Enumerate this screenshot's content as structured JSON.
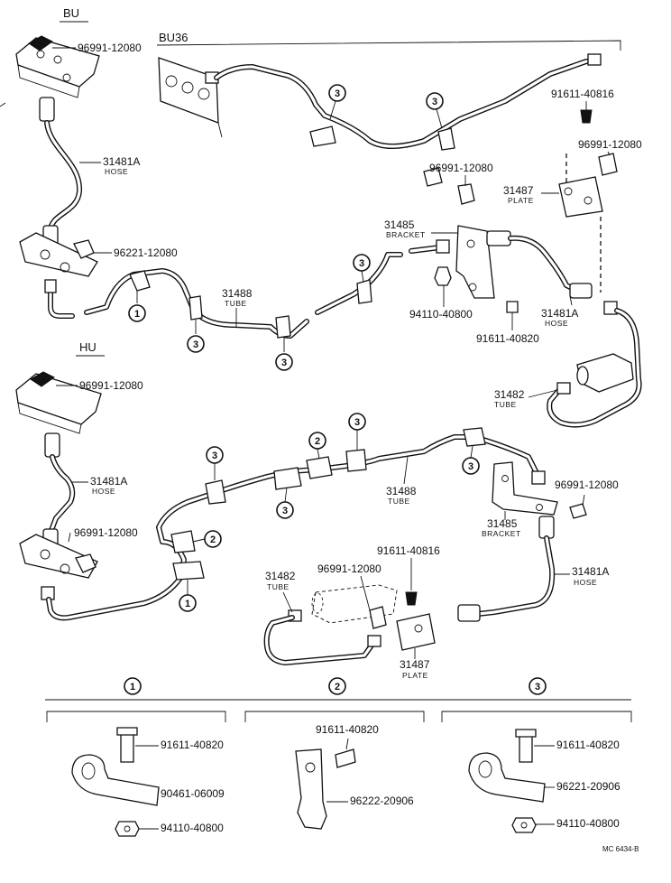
{
  "sections": {
    "bu": "BU",
    "bu36": "BU36",
    "hu": "HU"
  },
  "parts": {
    "p96991_bu": "96991-12080",
    "p31481a_bu": "31481A",
    "p31481a_bu_sub": "HOSE",
    "p96221_bu": "96221-12080",
    "p31488_bu": "31488",
    "p31488_bu_sub": "TUBE",
    "p96991_bu36_mid": "96991-12080",
    "p91611_bu36": "91611-40816",
    "p96991_bu36_right": "96991-12080",
    "p31487_bu36": "31487",
    "p31487_bu36_sub": "PLATE",
    "p31485_bu": "31485",
    "p31485_bu_sub": "BRACKET",
    "p94110_bu": "94110-40800",
    "p31481a_bu_right": "31481A",
    "p31481a_bu_right_sub": "HOSE",
    "p91611_bu_right": "91611-40820",
    "p31482_bu": "31482",
    "p31482_bu_sub": "TUBE",
    "p96991_hu_top": "96991-12080",
    "p31481a_hu": "31481A",
    "p31481a_hu_sub": "HOSE",
    "p96991_hu_left": "96991-12080",
    "p31488_hu": "31488",
    "p31488_hu_sub": "TUBE",
    "p96991_hu_right": "96991-12080",
    "p31485_hu": "31485",
    "p31485_hu_sub": "BRACKET",
    "p91611_hu": "91611-40816",
    "p96991_hu_mid": "96991-12080",
    "p31482_hu": "31482",
    "p31482_hu_sub": "TUBE",
    "p31481a_hu_right": "31481A",
    "p31481a_hu_right_sub": "HOSE",
    "p31487_hu": "31487",
    "p31487_hu_sub": "PLATE"
  },
  "clamps": {
    "c1": "1",
    "c2": "2",
    "c3": "3"
  },
  "details": [
    {
      "number": "1",
      "bolt": "91611-40820",
      "clamp": "90461-06009",
      "nut": "94110-40800"
    },
    {
      "number": "2",
      "bolt": "91611-40820",
      "clamp": "96222-20906"
    },
    {
      "number": "3",
      "bolt": "91611-40820",
      "clamp": "96221-20906",
      "nut": "94110-40800"
    }
  ],
  "footer": "MC 6434-B"
}
